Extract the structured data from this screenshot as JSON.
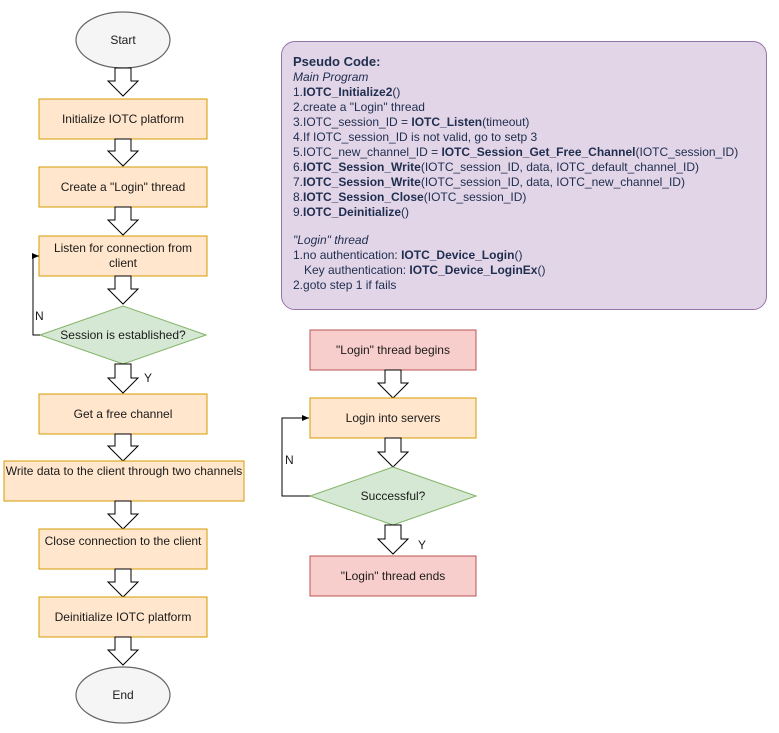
{
  "left_flow": {
    "start": "Start",
    "step1": "Initialize IOTC platform",
    "step2": "Create a \"Login\" thread",
    "step3_line1": "Listen for connection from",
    "step3_line2": "client",
    "decision": "Session is established?",
    "no_label": "N",
    "yes_label": "Y",
    "step4": "Get a free channel",
    "step5": "Write data to the client through two channels",
    "step6": "Close connection to the client",
    "step7": "Deinitialize IOTC platform",
    "end": "End"
  },
  "right_flow": {
    "begin": "\"Login\" thread begins",
    "step1": "Login into servers",
    "decision": "Successful?",
    "no_label": "N",
    "yes_label": "Y",
    "end": "\"Login\" thread ends"
  },
  "pseudo_code": {
    "title": "Pseudo Code:",
    "main_title": "Main Program",
    "lines": [
      {
        "pre": "1.",
        "parts": [
          {
            "t": "IOTC_Initialize2",
            "b": true
          },
          {
            "t": "()",
            "b": false
          }
        ]
      },
      {
        "pre": "2.",
        "parts": [
          {
            "t": "create a \"Login\" thread",
            "b": false
          }
        ]
      },
      {
        "pre": "3.",
        "parts": [
          {
            "t": "IOTC_session_ID = ",
            "b": false
          },
          {
            "t": "IOTC_Listen",
            "b": true
          },
          {
            "t": "(timeout)",
            "b": false
          }
        ]
      },
      {
        "pre": "4.",
        "parts": [
          {
            "t": "If IOTC_session_ID is not valid, go to setp 3",
            "b": false
          }
        ]
      },
      {
        "pre": "5.",
        "parts": [
          {
            "t": "IOTC_new_channel_ID = ",
            "b": false
          },
          {
            "t": "IOTC_Session_Get_Free_Channel",
            "b": true
          },
          {
            "t": "(IOTC_session_ID)",
            "b": false
          }
        ]
      },
      {
        "pre": "6.",
        "parts": [
          {
            "t": "IOTC_Session_Write",
            "b": true
          },
          {
            "t": "(IOTC_session_ID, data, IOTC_default_channel_ID)",
            "b": false
          }
        ]
      },
      {
        "pre": "7.",
        "parts": [
          {
            "t": "IOTC_Session_Write",
            "b": true
          },
          {
            "t": "(IOTC_session_ID, data, IOTC_new_channel_ID)",
            "b": false
          }
        ]
      },
      {
        "pre": "8.",
        "parts": [
          {
            "t": "IOTC_Session_Close",
            "b": true
          },
          {
            "t": "(IOTC_session_ID)",
            "b": false
          }
        ]
      },
      {
        "pre": "9.",
        "parts": [
          {
            "t": "IOTC_Deinitialize",
            "b": true
          },
          {
            "t": "()",
            "b": false
          }
        ]
      }
    ],
    "login_title": "\"Login\" thread",
    "login_lines": [
      {
        "pre": "1.",
        "indent": false,
        "parts": [
          {
            "t": "no authentication: ",
            "b": false
          },
          {
            "t": "IOTC_Device_Login",
            "b": true
          },
          {
            "t": "()",
            "b": false
          }
        ]
      },
      {
        "pre": "",
        "indent": true,
        "parts": [
          {
            "t": "Key authentication: ",
            "b": false
          },
          {
            "t": "IOTC_Device_LoginEx",
            "b": true
          },
          {
            "t": "()",
            "b": false
          }
        ]
      },
      {
        "pre": "2.",
        "indent": false,
        "parts": [
          {
            "t": "goto step 1 if fails",
            "b": false
          }
        ]
      }
    ]
  },
  "colors": {
    "process_fill": "#ffe6cc",
    "process_stroke": "#d79b00",
    "decision_fill": "#d5e8d4",
    "decision_stroke": "#82b366",
    "terminal_fill": "#f5f5f5",
    "terminal_stroke": "#666666",
    "red_fill": "#f8cecc",
    "red_stroke": "#b85450",
    "note_fill": "#e1d5e7",
    "note_stroke": "#9673a6"
  }
}
